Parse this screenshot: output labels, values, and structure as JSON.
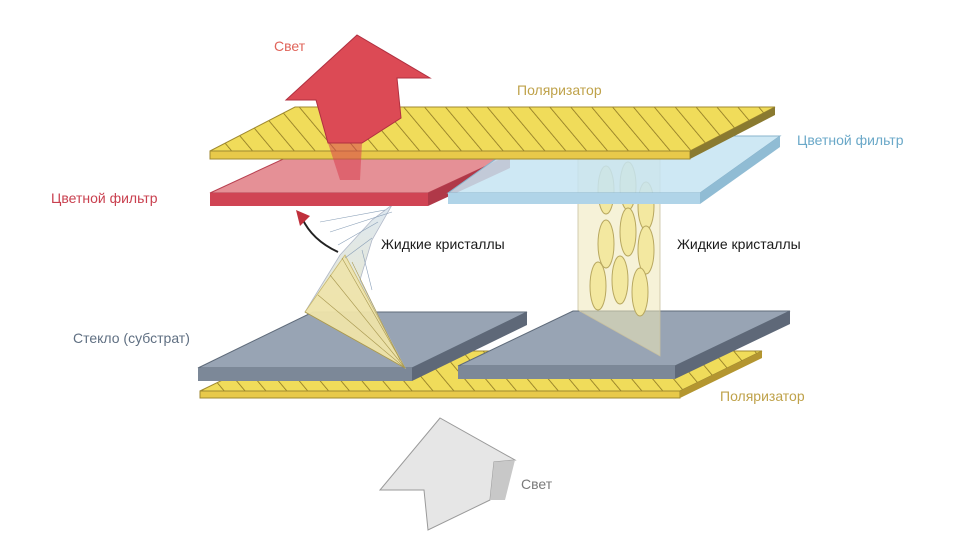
{
  "labels": {
    "light_top": "Свет",
    "polarizer_top": "Поляризатор",
    "color_filter_right": "Цветной фильтр",
    "color_filter_left": "Цветной фильтр",
    "liquid_crystals_left": "Жидкие кристаллы",
    "liquid_crystals_right": "Жидкие кристаллы",
    "glass_substrate": "Стекло (субстрат)",
    "polarizer_bottom": "Поляризатор",
    "light_bottom": "Свет"
  },
  "colors": {
    "light_top": "#e0645a",
    "polarizer": "#bfa24a",
    "color_filter_blue": "#6aa8c8",
    "color_filter_red": "#c9404f",
    "text_dark": "#1a1a1a",
    "glass": "#5f6f82",
    "light_bottom": "#7a7a7a",
    "red_arrow": "#d84050",
    "grey_arrow": "#e6e6e6",
    "polarizer_fill": "#f0dc5a"
  }
}
